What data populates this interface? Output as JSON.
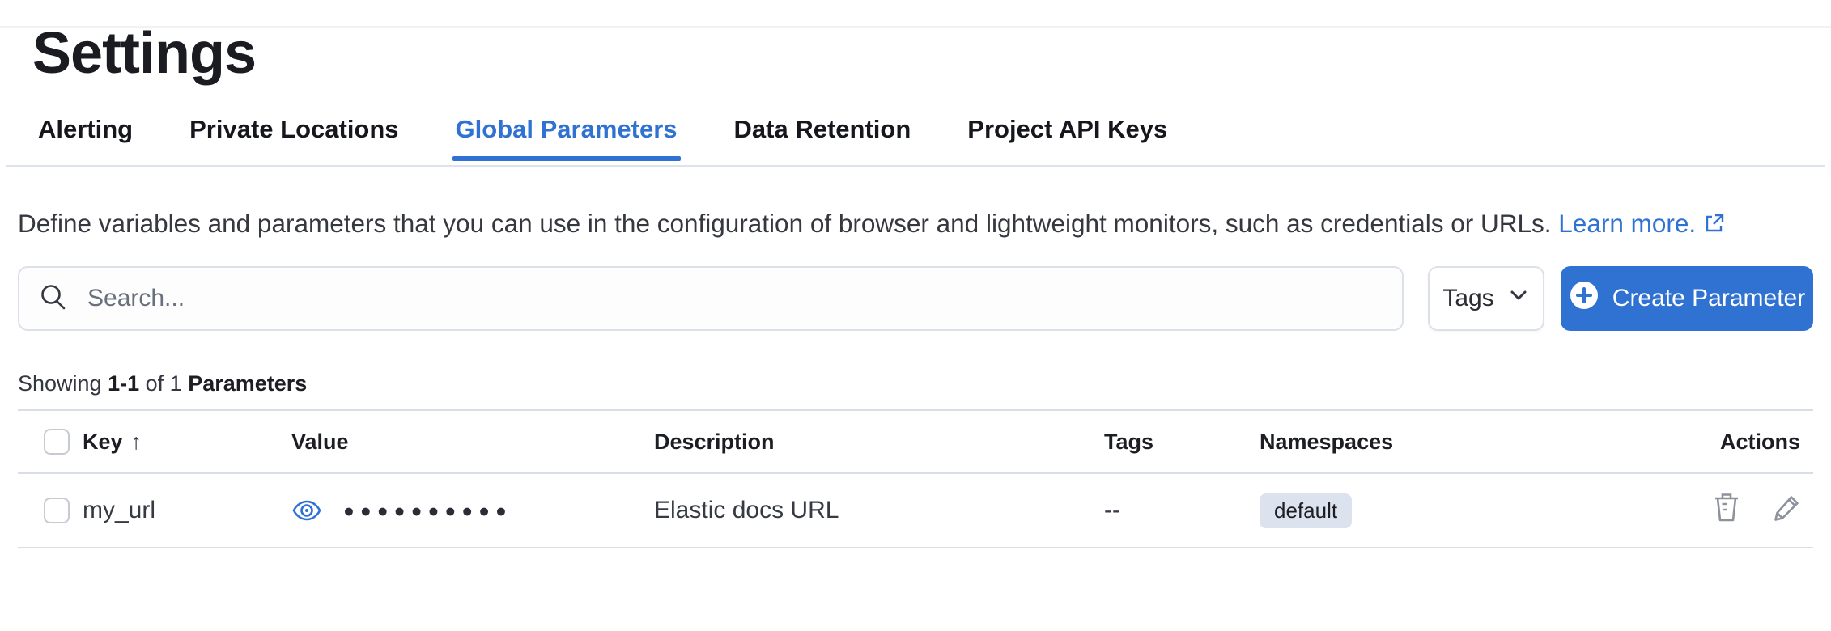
{
  "page": {
    "title": "Settings"
  },
  "tabs": [
    {
      "label": "Alerting",
      "active": false
    },
    {
      "label": "Private Locations",
      "active": false
    },
    {
      "label": "Global Parameters",
      "active": true
    },
    {
      "label": "Data Retention",
      "active": false
    },
    {
      "label": "Project API Keys",
      "active": false
    }
  ],
  "description": {
    "text": "Define variables and parameters that you can use in the configuration of browser and lightweight monitors, such as credentials or URLs.",
    "link_label": "Learn more."
  },
  "toolbar": {
    "search_placeholder": "Search...",
    "tags_button_label": "Tags",
    "create_button_label": "Create Parameter"
  },
  "summary": {
    "showing_label": "Showing",
    "range": "1-1",
    "of_label": "of 1",
    "entity_label": "Parameters"
  },
  "table": {
    "headers": {
      "key": "Key",
      "value": "Value",
      "description": "Description",
      "tags": "Tags",
      "namespaces": "Namespaces",
      "actions": "Actions"
    },
    "sort": {
      "column": "Key",
      "direction": "ascending"
    },
    "rows": [
      {
        "key": "my_url",
        "masked_value": "●●●●●●●●●●",
        "description": "Elastic docs URL",
        "tags": "--",
        "namespace": "default"
      }
    ]
  },
  "icons": {
    "search": "search-icon",
    "tags_chevron": "chevron-down-icon",
    "create_plus": "plus-circle-icon",
    "learn_more": "external-link-icon",
    "value_reveal": "eye-icon",
    "sort": "arrow-up-icon",
    "delete": "trash-icon",
    "edit": "pencil-icon"
  },
  "colors": {
    "accent_blue": "#2f72d2",
    "text": "#343741",
    "muted_text": "#69707d",
    "divider": "#d8dde6",
    "badge_bg": "#dde3ee",
    "icon_gray": "#8c919b"
  }
}
